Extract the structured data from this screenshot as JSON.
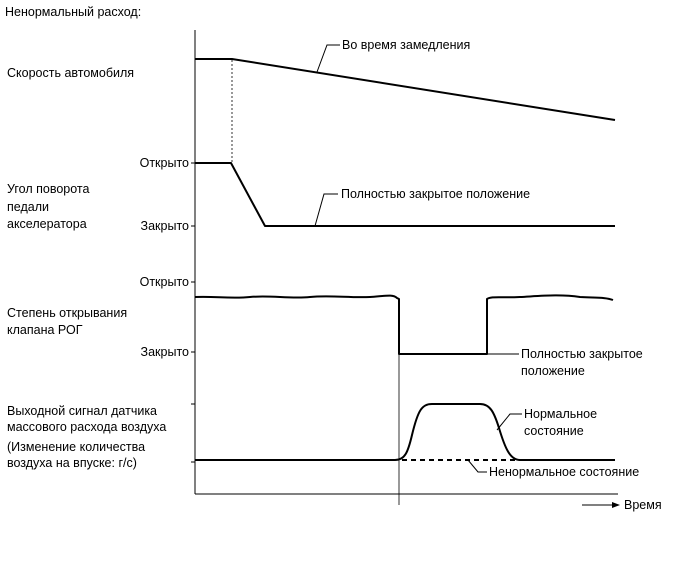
{
  "title": "Ненормальный расход:",
  "rows": {
    "speed": {
      "label": "Скорость автомобиля",
      "annotation": "Во время замедления"
    },
    "pedal": {
      "label_lines": [
        "Угол поворота",
        "педали",
        "акселератора"
      ],
      "open_label": "Открыто",
      "closed_label": "Закрыто",
      "annotation": "Полностью закрытое положение"
    },
    "egr": {
      "label_lines": [
        "Степень открывания",
        "клапана РОГ"
      ],
      "open_label": "Открыто",
      "closed_label": "Закрыто",
      "annotation_lines": [
        "Полностью закрытое",
        "положение"
      ]
    },
    "maf": {
      "label_lines": [
        "Выходной сигнал датчика",
        "массового расхода воздуха",
        "(Изменение количества",
        "воздуха на впуске: г/с)"
      ],
      "normal_lines": [
        "Нормальное",
        "состояние"
      ],
      "abnormal": "Ненормальное состояние"
    }
  },
  "time_axis": {
    "label": "Время"
  }
}
